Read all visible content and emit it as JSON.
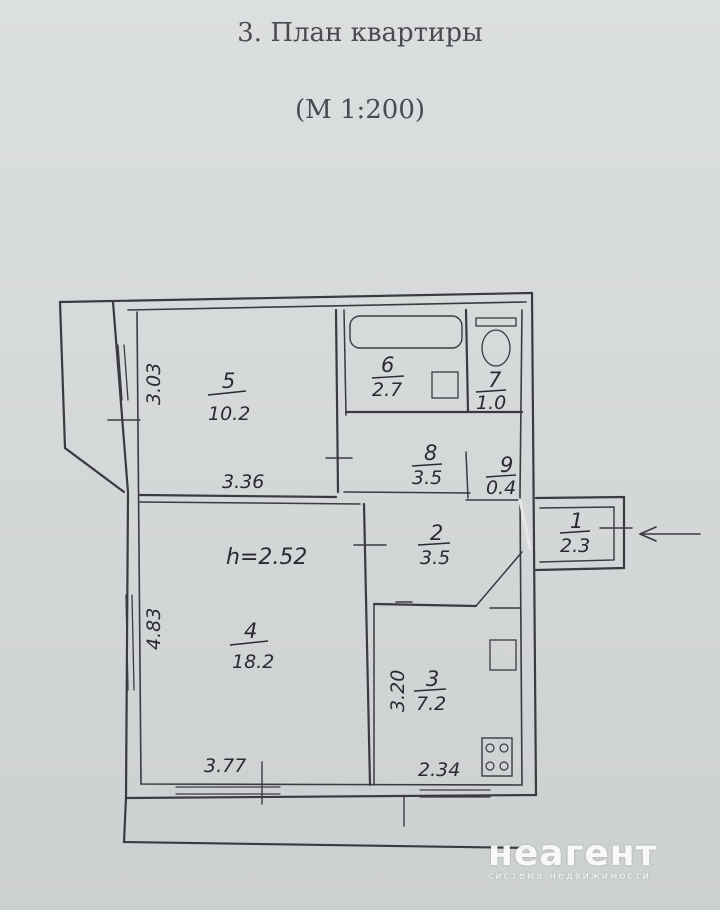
{
  "header": {
    "title": "3. План квартиры",
    "scale": "(М 1:200)"
  },
  "rooms": [
    {
      "number": "1",
      "area": "2.3"
    },
    {
      "number": "2",
      "area": "3.5"
    },
    {
      "number": "3",
      "area": "7.2"
    },
    {
      "number": "4",
      "area": "18.2"
    },
    {
      "number": "5",
      "area": "10.2"
    },
    {
      "number": "6",
      "area": "2.7"
    },
    {
      "number": "7",
      "area": "1.0"
    },
    {
      "number": "8",
      "area": "3.5"
    },
    {
      "number": "9",
      "area": "0.4"
    }
  ],
  "dimensions": {
    "room5_height": "3.03",
    "room5_width": "3.36",
    "ceiling_height": "h=2.52",
    "room4_height": "4.83",
    "room4_width": "3.77",
    "room3_height": "3.20",
    "room3_width": "2.34"
  },
  "watermark": {
    "brand": "неагент",
    "tagline": "система недвижимости"
  }
}
